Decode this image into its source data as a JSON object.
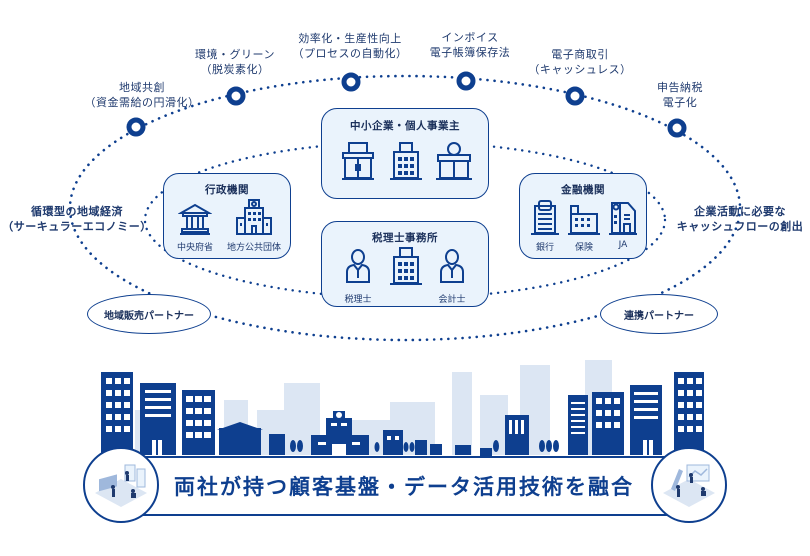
{
  "colors": {
    "primary": "#0e3f8f",
    "box_fill": "#eaf3fc",
    "skyline_light": "#dce6f3",
    "text": "#1f3a6e"
  },
  "outer_ring_labels": [
    {
      "line1": "地域共創",
      "line2": "（資金需給の円滑化）"
    },
    {
      "line1": "環境・グリーン",
      "line2": "（脱炭素化）"
    },
    {
      "line1": "効率化・生産性向上",
      "line2": "（プロセスの自動化）"
    },
    {
      "line1": "インボイス",
      "line2": "電子帳簿保存法"
    },
    {
      "line1": "電子商取引",
      "line2": "（キャッシュレス）"
    },
    {
      "line1": "申告納税",
      "line2": "電子化"
    }
  ],
  "side_labels": {
    "left": {
      "line1": "循環型の地域経済",
      "line2": "（サーキュラーエコノミー）"
    },
    "right": {
      "line1": "企業活動に必要な",
      "line2": "キャッシュフローの創出"
    }
  },
  "boxes": {
    "sme": {
      "title": "中小企業・個人事業主",
      "icons": [
        "shop-icon",
        "office-building-icon",
        "store-icon"
      ]
    },
    "government": {
      "title": "行政機関",
      "items": [
        {
          "label": "中央府省",
          "icon": "government-building-icon"
        },
        {
          "label": "地方公共団体",
          "icon": "city-hall-icon"
        }
      ]
    },
    "finance": {
      "title": "金融機関",
      "items": [
        {
          "label": "銀行",
          "icon": "bank-icon"
        },
        {
          "label": "保険",
          "icon": "insurance-building-icon"
        },
        {
          "label": "JA",
          "icon": "ja-building-icon"
        }
      ]
    },
    "tax_office": {
      "title": "税理士事務所",
      "items": [
        {
          "label": "税理士",
          "icon": "person-icon"
        },
        {
          "label": "",
          "icon": "office-building-icon"
        },
        {
          "label": "会計士",
          "icon": "person-icon"
        }
      ]
    }
  },
  "partners": {
    "left": "地域販売パートナー",
    "right": "連携パートナー"
  },
  "banner": {
    "text": "両社が持つ顧客基盤・データ活用技術を融合"
  }
}
